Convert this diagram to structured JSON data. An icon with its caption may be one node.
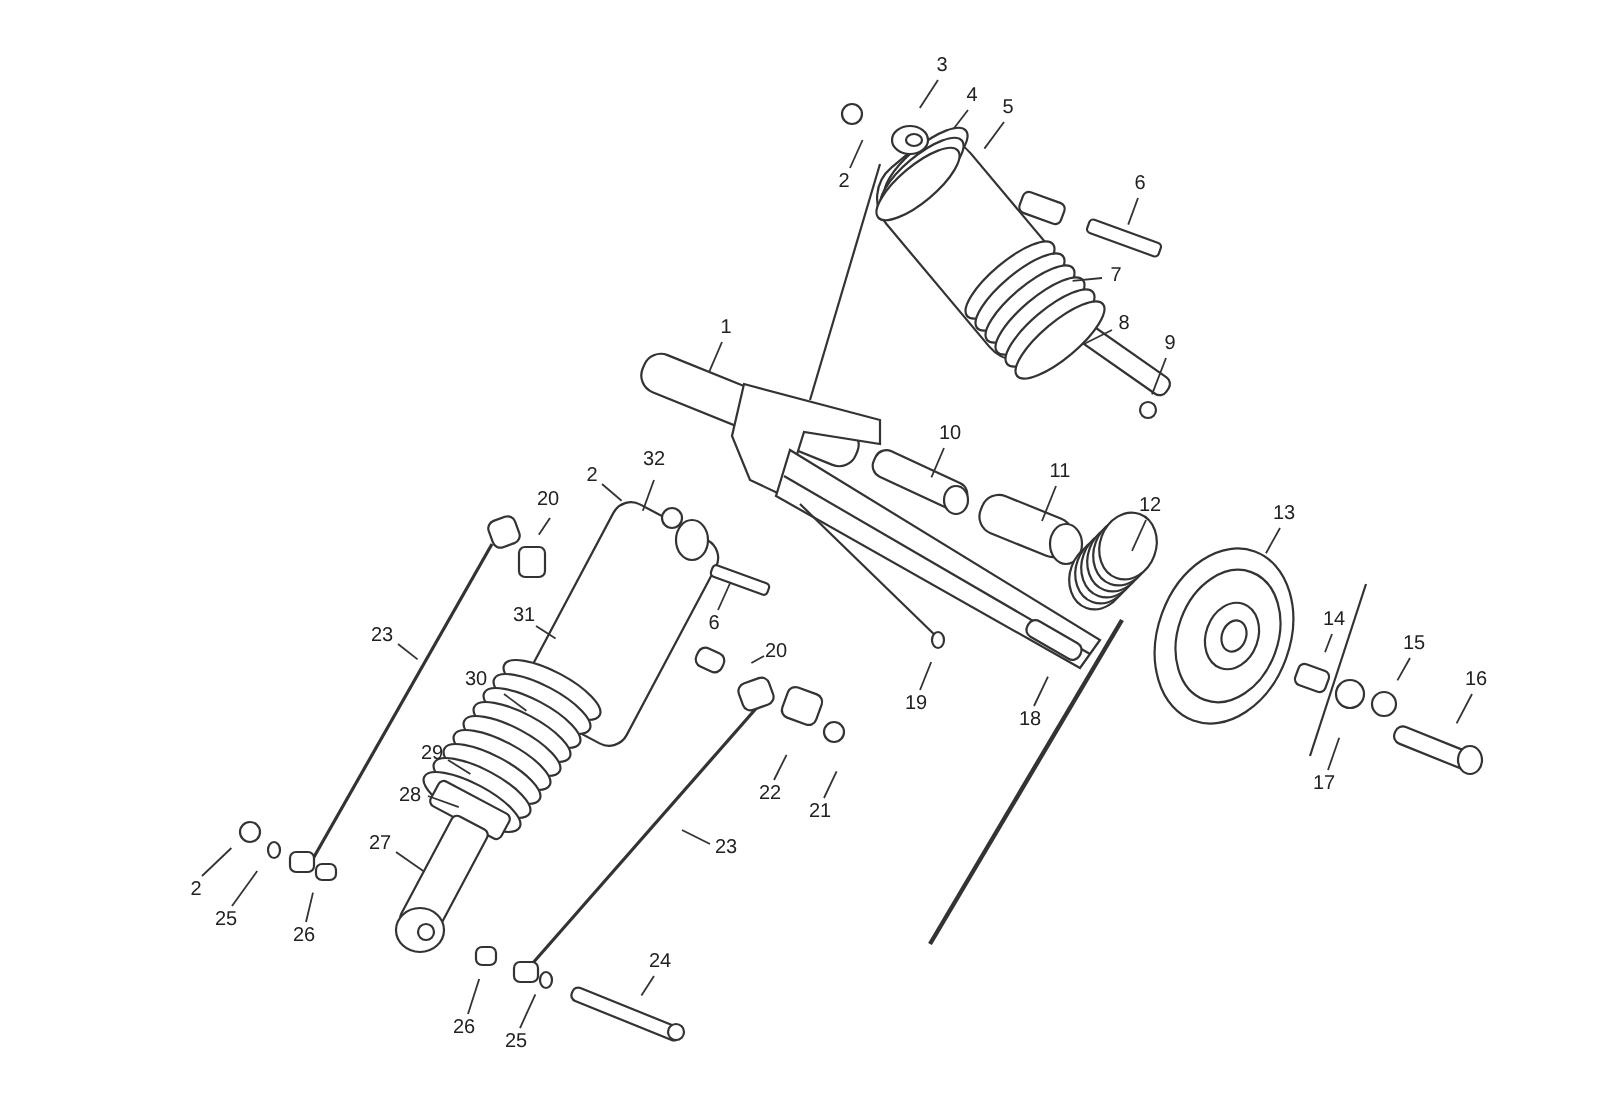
{
  "diagram": {
    "nodes": [
      {
        "text": [
          "3"
        ]
      },
      {
        "text": [
          "4"
        ]
      },
      {
        "text": [
          "5"
        ]
      },
      {
        "text": [
          "2"
        ]
      },
      {
        "text": [
          "6"
        ]
      },
      {
        "text": [
          "7"
        ]
      },
      {
        "text": [
          "1"
        ]
      },
      {
        "text": [
          "8"
        ]
      },
      {
        "text": [
          "9"
        ]
      },
      {
        "text": [
          "10"
        ]
      },
      {
        "text": [
          "11"
        ]
      },
      {
        "text": [
          "2"
        ]
      },
      {
        "text": [
          "32"
        ]
      },
      {
        "text": [
          "12"
        ]
      },
      {
        "text": [
          "20"
        ]
      },
      {
        "text": [
          "13"
        ]
      },
      {
        "text": [
          "31"
        ]
      },
      {
        "text": [
          "14"
        ]
      },
      {
        "text": [
          "6"
        ]
      },
      {
        "text": [
          "23"
        ]
      },
      {
        "text": [
          "15"
        ]
      },
      {
        "text": [
          "20"
        ]
      },
      {
        "text": [
          "16"
        ]
      },
      {
        "text": [
          "30"
        ]
      },
      {
        "text": [
          "19"
        ]
      },
      {
        "text": [
          "18"
        ]
      },
      {
        "text": [
          "29"
        ]
      },
      {
        "text": [
          "17"
        ]
      },
      {
        "text": [
          "22"
        ]
      },
      {
        "text": [
          "28"
        ]
      },
      {
        "text": [
          "21"
        ]
      },
      {
        "text": [
          "23"
        ]
      },
      {
        "text": [
          "27"
        ]
      },
      {
        "text": [
          "2"
        ]
      },
      {
        "text": [
          "25"
        ]
      },
      {
        "text": [
          "26"
        ]
      },
      {
        "text": [
          "24"
        ]
      },
      {
        "text": [
          "26"
        ]
      },
      {
        "text": [
          "25"
        ]
      }
    ],
    "edges": [
      {
        "from": 0,
        "to": null,
        "arrow": "none"
      },
      {
        "from": 1,
        "to": null,
        "arrow": "none"
      },
      {
        "from": 2,
        "to": null,
        "arrow": "none"
      },
      {
        "from": 3,
        "to": null,
        "arrow": "none"
      },
      {
        "from": 4,
        "to": null,
        "arrow": "none"
      },
      {
        "from": 5,
        "to": null,
        "arrow": "none"
      },
      {
        "from": 6,
        "to": null,
        "arrow": "none"
      },
      {
        "from": 7,
        "to": null,
        "arrow": "none"
      },
      {
        "from": 8,
        "to": null,
        "arrow": "none"
      },
      {
        "from": 9,
        "to": null,
        "arrow": "none"
      },
      {
        "from": 10,
        "to": null,
        "arrow": "none"
      },
      {
        "from": 11,
        "to": null,
        "arrow": "none"
      },
      {
        "from": 12,
        "to": null,
        "arrow": "none"
      },
      {
        "from": 13,
        "to": null,
        "arrow": "none"
      },
      {
        "from": 14,
        "to": null,
        "arrow": "none"
      },
      {
        "from": 15,
        "to": null,
        "arrow": "none"
      },
      {
        "from": 16,
        "to": null,
        "arrow": "none"
      },
      {
        "from": 17,
        "to": null,
        "arrow": "none"
      },
      {
        "from": 18,
        "to": null,
        "arrow": "none"
      },
      {
        "from": 19,
        "to": null,
        "arrow": "none"
      },
      {
        "from": 20,
        "to": null,
        "arrow": "none"
      },
      {
        "from": 21,
        "to": null,
        "arrow": "none"
      },
      {
        "from": 22,
        "to": null,
        "arrow": "none"
      },
      {
        "from": 23,
        "to": null,
        "arrow": "none"
      },
      {
        "from": 24,
        "to": null,
        "arrow": "none"
      },
      {
        "from": 25,
        "to": null,
        "arrow": "none"
      },
      {
        "from": 26,
        "to": null,
        "arrow": "none"
      },
      {
        "from": 27,
        "to": null,
        "arrow": "none"
      },
      {
        "from": 28,
        "to": null,
        "arrow": "none"
      },
      {
        "from": 29,
        "to": null,
        "arrow": "none"
      },
      {
        "from": 30,
        "to": null,
        "arrow": "none"
      },
      {
        "from": 31,
        "to": null,
        "arrow": "none"
      },
      {
        "from": 32,
        "to": null,
        "arrow": "none"
      },
      {
        "from": 33,
        "to": null,
        "arrow": "none"
      },
      {
        "from": 34,
        "to": null,
        "arrow": "none"
      },
      {
        "from": 35,
        "to": null,
        "arrow": "none"
      },
      {
        "from": 36,
        "to": null,
        "arrow": "none"
      },
      {
        "from": 37,
        "to": null,
        "arrow": "none"
      },
      {
        "from": 38,
        "to": null,
        "arrow": "none"
      }
    ]
  }
}
